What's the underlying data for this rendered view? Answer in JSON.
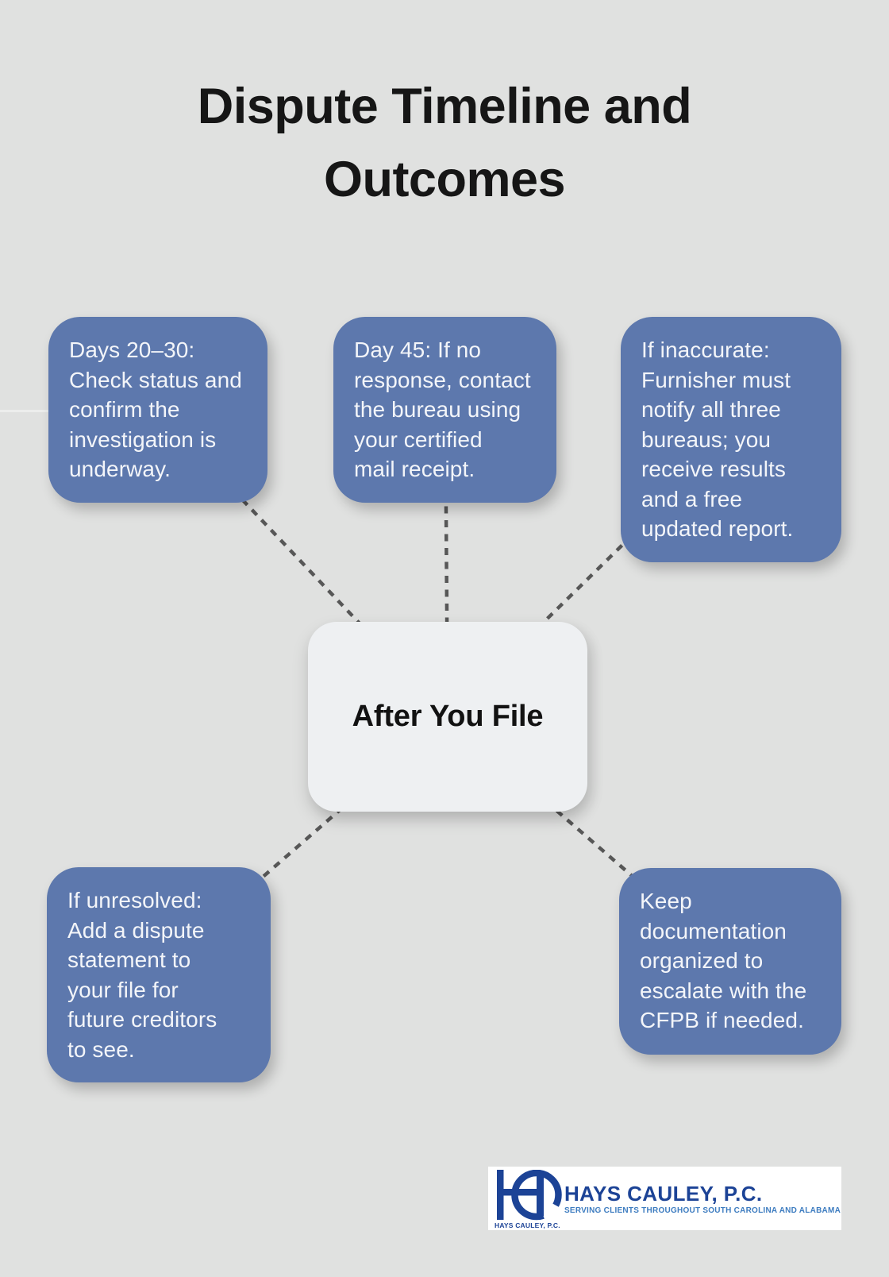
{
  "page": {
    "title": "Dispute Timeline and\nOutcomes"
  },
  "center_node": {
    "label": "After You File"
  },
  "nodes": {
    "top_left": {
      "text": "Days 20–30:\nCheck status and\nconfirm the\ninvestigation is\nunderway."
    },
    "top_center": {
      "text": "Day 45: If no\nresponse, contact\nthe bureau using\nyour certified\nmail receipt."
    },
    "top_right": {
      "text": "If inaccurate:\nFurnisher must\nnotify all three\nbureaus; you\nreceive results\nand a free\nupdated report."
    },
    "bottom_left": {
      "text": "If unresolved:\nAdd a dispute\nstatement to\nyour file for\nfuture creditors\nto see."
    },
    "bottom_right": {
      "text": "Keep\ndocumentation\norganized to\nescalate with the\nCFPB if needed."
    }
  },
  "logo": {
    "monogram": "HC",
    "name": "HAYS CAULEY, P.C.",
    "tagline": "SERVING CLIENTS THROUGHOUT SOUTH CAROLINA AND ALABAMA",
    "small_name": "HAYS CAULEY, P.C."
  },
  "colors": {
    "background": "#e0e1e0",
    "node_fill": "#5d78ad",
    "node_text": "#f3f5f9",
    "center_fill": "#eef0f2",
    "center_text": "#121212",
    "title_text": "#161616",
    "connector": "#575757",
    "logo_navy": "#1c4396",
    "logo_light_blue": "#3d7cc0",
    "logo_background": "#ffffff"
  }
}
